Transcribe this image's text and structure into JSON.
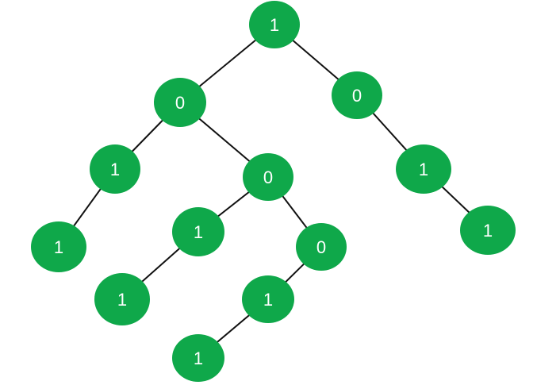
{
  "colors": {
    "node_fill": "#0fa84a",
    "edge": "#111111",
    "label": "#ffffff"
  },
  "tree": {
    "nodes": [
      {
        "id": "n1",
        "label": "1"
      },
      {
        "id": "n2",
        "label": "0"
      },
      {
        "id": "n3",
        "label": "0"
      },
      {
        "id": "n4",
        "label": "1"
      },
      {
        "id": "n5",
        "label": "0"
      },
      {
        "id": "n6",
        "label": "1"
      },
      {
        "id": "n7",
        "label": "1"
      },
      {
        "id": "n8",
        "label": "0"
      },
      {
        "id": "n9",
        "label": "1"
      },
      {
        "id": "n10",
        "label": "1"
      },
      {
        "id": "n11",
        "label": "1"
      },
      {
        "id": "n12",
        "label": "1"
      }
    ],
    "edges": [
      {
        "from": "n1",
        "to": "n2"
      },
      {
        "from": "n1",
        "to": "n3"
      },
      {
        "from": "n2",
        "to": "n4"
      },
      {
        "from": "n2",
        "to": "n5"
      },
      {
        "from": "n3",
        "to": "n6"
      },
      {
        "from": "n4",
        "to": "n7"
      },
      {
        "from": "n5",
        "to": "n8"
      },
      {
        "from": "n5",
        "to": "n9"
      },
      {
        "from": "n6",
        "to": "n10"
      },
      {
        "from": "n8",
        "to": "n11"
      },
      {
        "from": "n9",
        "to": "n12"
      },
      {
        "from": "n11",
        "to": "n13"
      }
    ],
    "extra_nodes": [
      {
        "id": "n13",
        "label": "1"
      }
    ]
  }
}
